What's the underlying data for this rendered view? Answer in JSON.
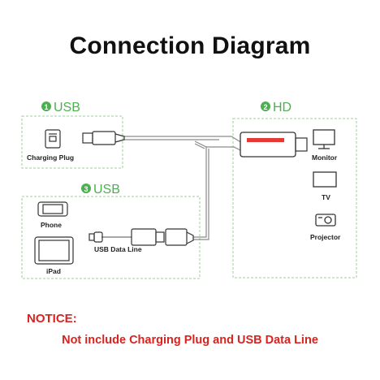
{
  "title": "Connection Diagram",
  "colors": {
    "accent_green": "#4caf50",
    "notice_red": "#d8231f",
    "box_border": "#9ccf9c",
    "cable": "#8a8a8a",
    "hdmi_red": "#e53935"
  },
  "sections": [
    {
      "num": "1",
      "title": "USB"
    },
    {
      "num": "2",
      "title": "HD"
    },
    {
      "num": "3",
      "title": "USB"
    }
  ],
  "devices": {
    "charging_plug": "Charging Plug",
    "phone": "Phone",
    "ipad": "iPad",
    "usb_data_line": "USB Data Line",
    "monitor": "Monitor",
    "tv": "TV",
    "projector": "Projector"
  },
  "notice": {
    "heading": "NOTICE:",
    "text": "Not include Charging Plug and USB Data Line"
  }
}
